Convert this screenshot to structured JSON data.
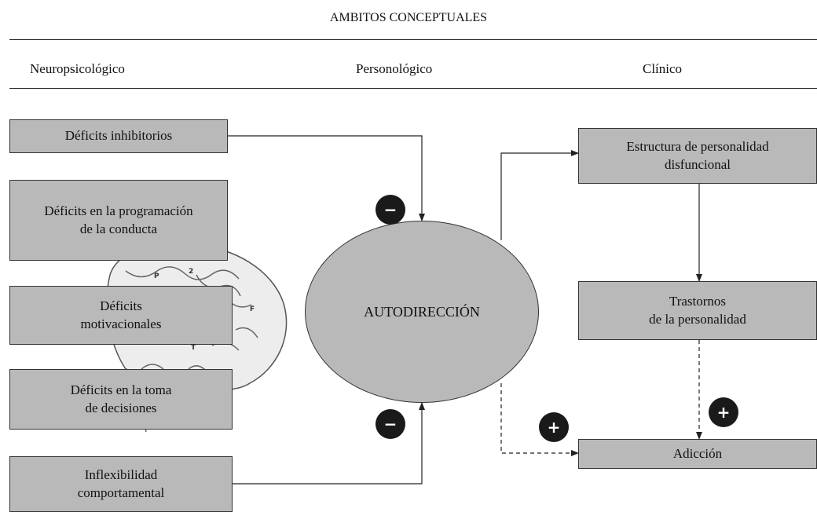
{
  "header": {
    "title": "AMBITOS CONCEPTUALES",
    "columns": [
      "Neuropsicológico",
      "Personológico",
      "Clínico"
    ]
  },
  "left_boxes": [
    "Déficits inhibitorios",
    "Déficits en la programación\nde la conducta",
    "Déficits\nmotivacionales",
    "Déficits en la toma\nde decisiones",
    "Inflexibilidad\ncomportamental"
  ],
  "center": {
    "label": "AUTODIRECCIÓN"
  },
  "right_boxes": [
    "Estructura de personalidad\ndisfuncional",
    "Trastornos\nde la personalidad",
    "Adicción"
  ],
  "signs": {
    "minus": "−",
    "plus": "+"
  },
  "brain_labels": [
    "P",
    "2",
    "F",
    "T"
  ],
  "colors": {
    "box_fill": "#b9b9b9",
    "sign_fill": "#1a1a1a",
    "line": "#222222"
  }
}
